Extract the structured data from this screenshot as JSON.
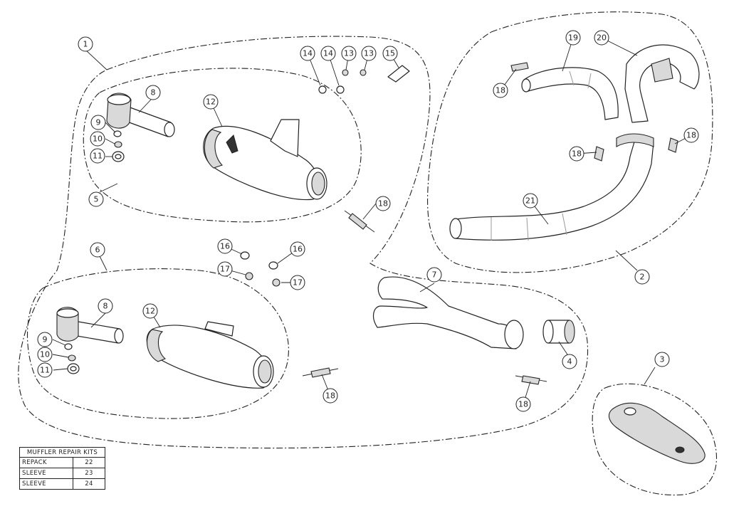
{
  "callouts": [
    {
      "id": "c1",
      "label": "1"
    },
    {
      "id": "c2",
      "label": "2"
    },
    {
      "id": "c3",
      "label": "3"
    },
    {
      "id": "c4",
      "label": "4"
    },
    {
      "id": "c5",
      "label": "5"
    },
    {
      "id": "c6",
      "label": "6"
    },
    {
      "id": "c7",
      "label": "7"
    },
    {
      "id": "c8a",
      "label": "8"
    },
    {
      "id": "c8b",
      "label": "8"
    },
    {
      "id": "c9a",
      "label": "9"
    },
    {
      "id": "c9b",
      "label": "9"
    },
    {
      "id": "c10a",
      "label": "10"
    },
    {
      "id": "c10b",
      "label": "10"
    },
    {
      "id": "c11a",
      "label": "11"
    },
    {
      "id": "c11b",
      "label": "11"
    },
    {
      "id": "c12a",
      "label": "12"
    },
    {
      "id": "c12b",
      "label": "12"
    },
    {
      "id": "c13a",
      "label": "13"
    },
    {
      "id": "c13b",
      "label": "13"
    },
    {
      "id": "c14a",
      "label": "14"
    },
    {
      "id": "c14b",
      "label": "14"
    },
    {
      "id": "c15",
      "label": "15"
    },
    {
      "id": "c16a",
      "label": "16"
    },
    {
      "id": "c16b",
      "label": "16"
    },
    {
      "id": "c17a",
      "label": "17"
    },
    {
      "id": "c17b",
      "label": "17"
    },
    {
      "id": "c18a",
      "label": "18"
    },
    {
      "id": "c18b",
      "label": "18"
    },
    {
      "id": "c18c",
      "label": "18"
    },
    {
      "id": "c18d",
      "label": "18"
    },
    {
      "id": "c18e",
      "label": "18"
    },
    {
      "id": "c18f",
      "label": "18"
    },
    {
      "id": "c19",
      "label": "19"
    },
    {
      "id": "c20",
      "label": "20"
    },
    {
      "id": "c21",
      "label": "21"
    }
  ],
  "repair_kits": {
    "title": "MUFFLER REPAIR KITS",
    "rows": [
      {
        "item": "REPACK",
        "number": "22"
      },
      {
        "item": "SLEEVE",
        "number": "23"
      },
      {
        "item": "SLEEVE",
        "number": "24"
      }
    ]
  }
}
